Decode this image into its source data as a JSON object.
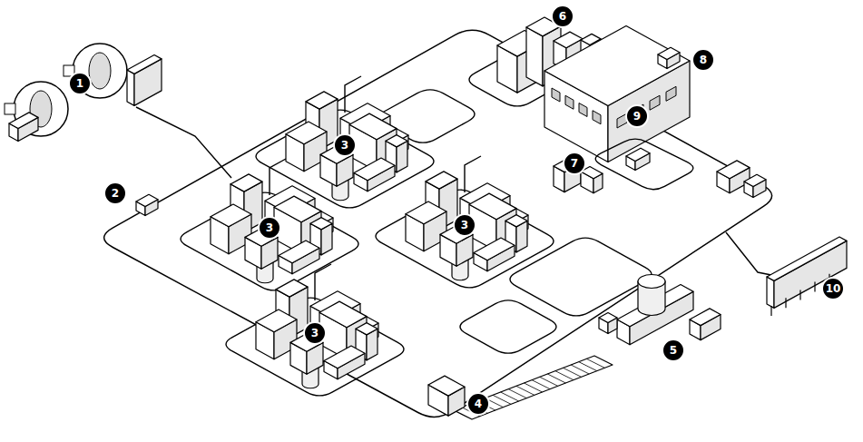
{
  "diagram": {
    "labels": [
      "1",
      "2",
      "3",
      "3",
      "3",
      "3",
      "4",
      "5",
      "6",
      "7",
      "8",
      "9",
      "10"
    ]
  }
}
